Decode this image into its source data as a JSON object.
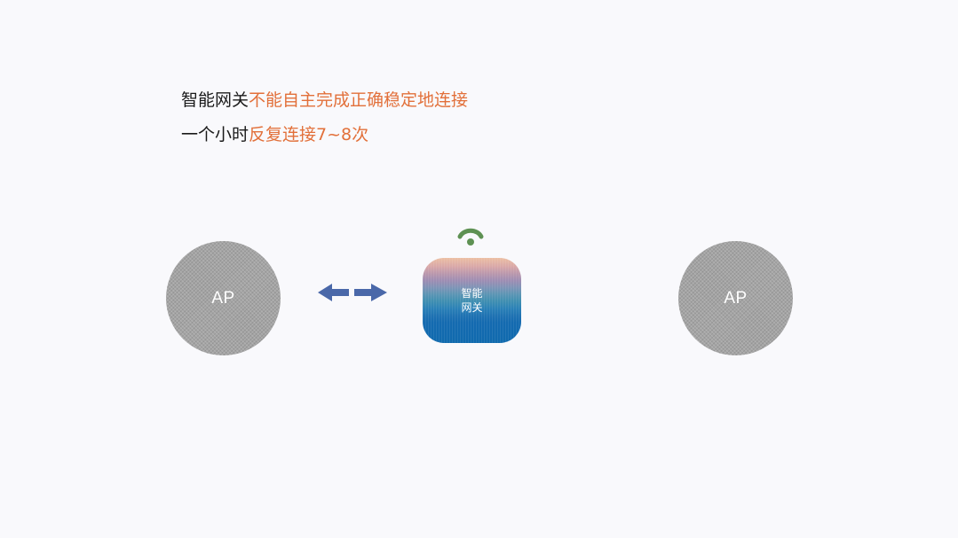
{
  "caption": {
    "line1": {
      "plain": "智能网关",
      "accent": "不能自主完成正确稳定地连接"
    },
    "line2": {
      "plain": "一个小时",
      "accent": "反复连接7~8次"
    }
  },
  "diagram": {
    "ap_left_label": "AP",
    "ap_right_label": "AP",
    "gateway_label_line1": "智能",
    "gateway_label_line2": "网关"
  },
  "colors": {
    "background": "#f9f9fc",
    "text": "#1a1a1a",
    "accent_text": "#e2703a",
    "ap_fill": "#a4a4a4",
    "arrow": "#4a68a9",
    "wifi": "#5e9153",
    "gateway_bottom": "#106aae"
  },
  "icons": {
    "arrows": "double-arrow-icon",
    "signal": "wifi-signal-icon"
  }
}
